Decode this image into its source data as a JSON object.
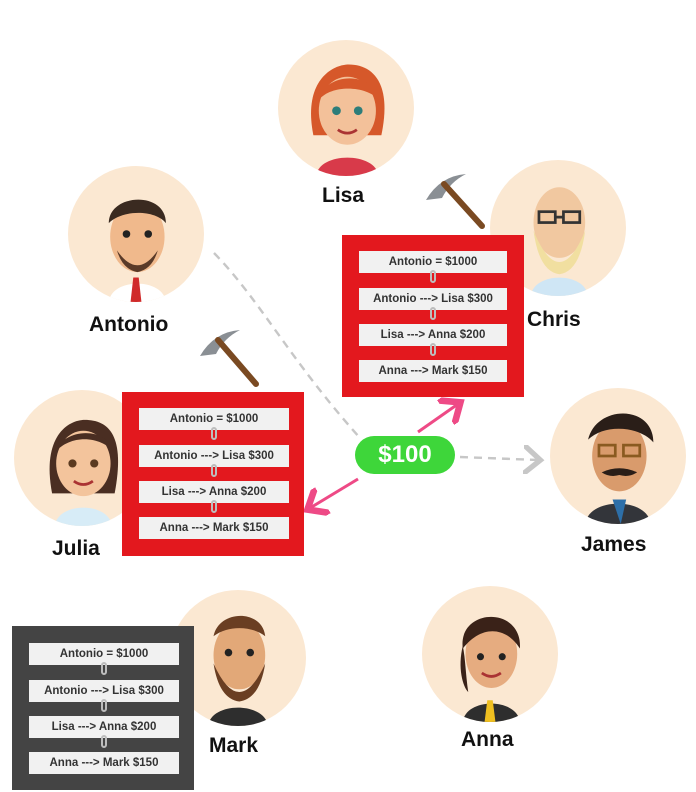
{
  "people": {
    "lisa": {
      "name": "Lisa"
    },
    "antonio": {
      "name": "Antonio"
    },
    "chris": {
      "name": "Chris"
    },
    "julia": {
      "name": "Julia"
    },
    "james": {
      "name": "James"
    },
    "mark": {
      "name": "Mark"
    },
    "anna": {
      "name": "Anna"
    }
  },
  "transaction": {
    "amount": "$100"
  },
  "ledgers": {
    "chris": {
      "entries": [
        "Antonio = $1000",
        "Antonio ---> Lisa $300",
        "Lisa ---> Anna $200",
        "Anna ---> Mark $150"
      ]
    },
    "julia": {
      "entries": [
        "Antonio = $1000",
        "Antonio ---> Lisa $300",
        "Lisa ---> Anna $200",
        "Anna ---> Mark $150"
      ]
    },
    "mark": {
      "entries": [
        "Antonio = $1000",
        "Antonio ---> Lisa $300",
        "Lisa ---> Anna $200",
        "Anna ---> Mark $150"
      ]
    }
  },
  "colors": {
    "ledger_mining": "#e3181e",
    "ledger_idle": "#444444",
    "coin": "#3ed63a",
    "arrow_pink": "#ee4a86",
    "arrow_gray": "#c7c7c7",
    "avatar_bg": "#fbe8d2"
  },
  "icons": {
    "miner": "pickaxe-icon"
  }
}
